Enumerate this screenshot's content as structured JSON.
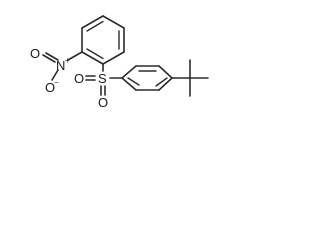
{
  "molecule": {
    "atoms": {
      "nitro_O_left": "O",
      "nitro_N": "N",
      "nitro_N_charge": "+",
      "nitro_O_bottom": "O",
      "nitro_O_charge": "−",
      "sulfonyl_S": "S",
      "sulfonyl_O_left": "O",
      "sulfonyl_O_bottom": "O"
    }
  }
}
